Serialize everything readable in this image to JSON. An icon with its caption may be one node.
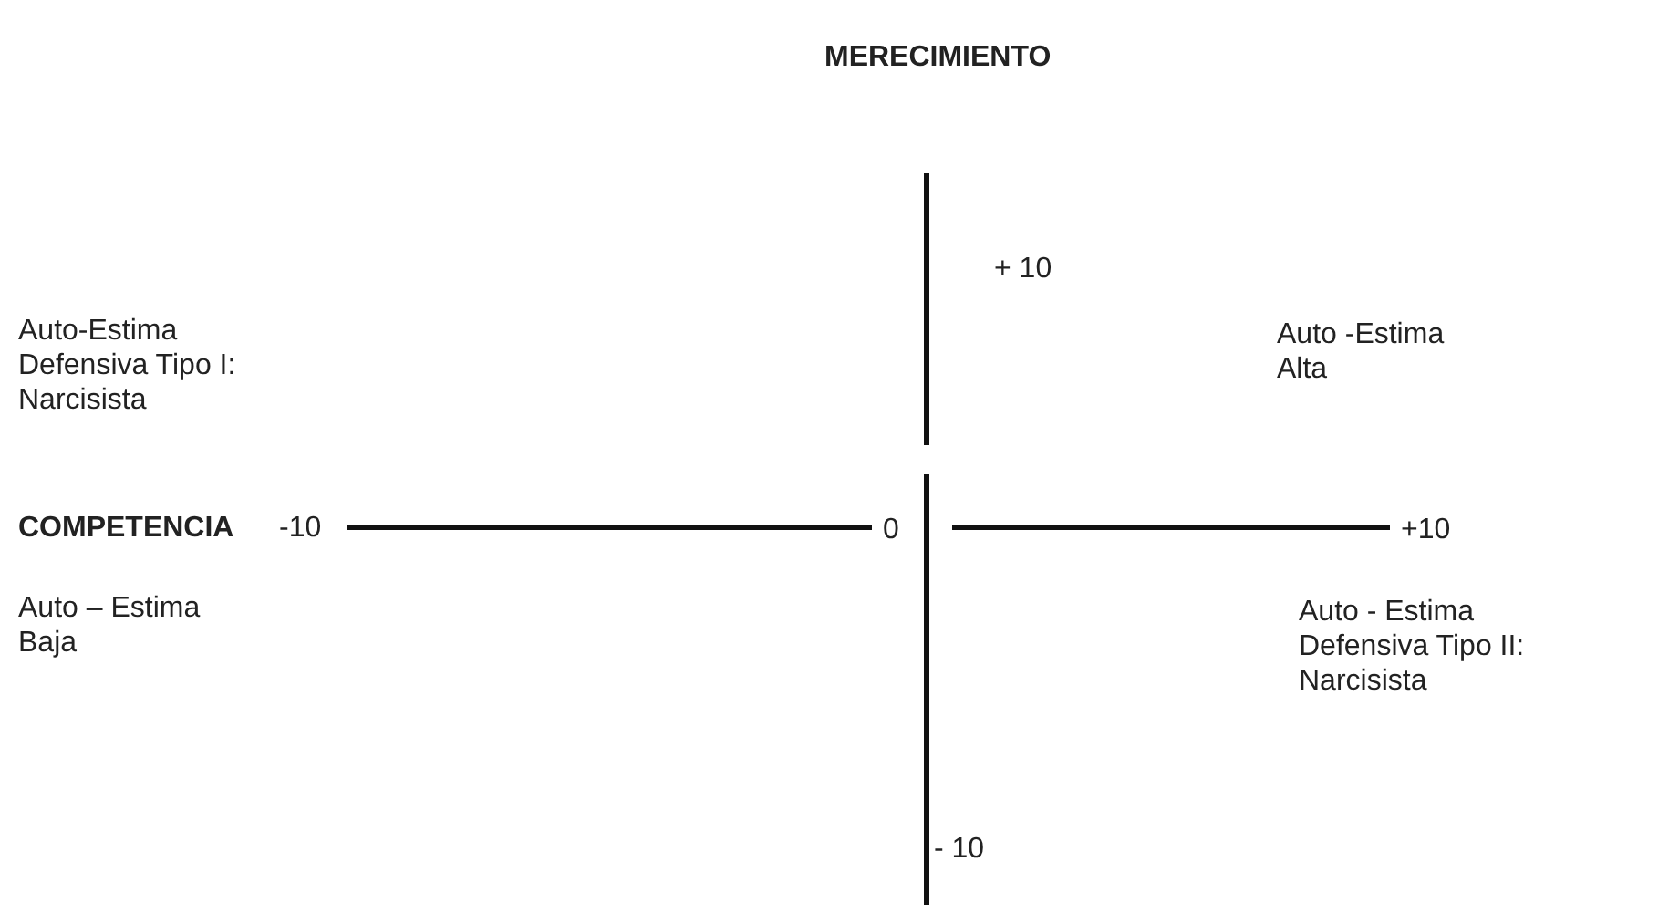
{
  "diagram": {
    "labels": [
      "MERECIMIENTO",
      "+ 10",
      "Auto-Estima Defensiva Tipo I: Narcisista",
      "Auto -Estima Alta",
      "COMPETENCIA",
      "-10",
      "0",
      "+10",
      "Auto – Estima Baja",
      "Auto - Estima Defensiva Tipo II: Narcisista",
      "- 10"
    ]
  }
}
